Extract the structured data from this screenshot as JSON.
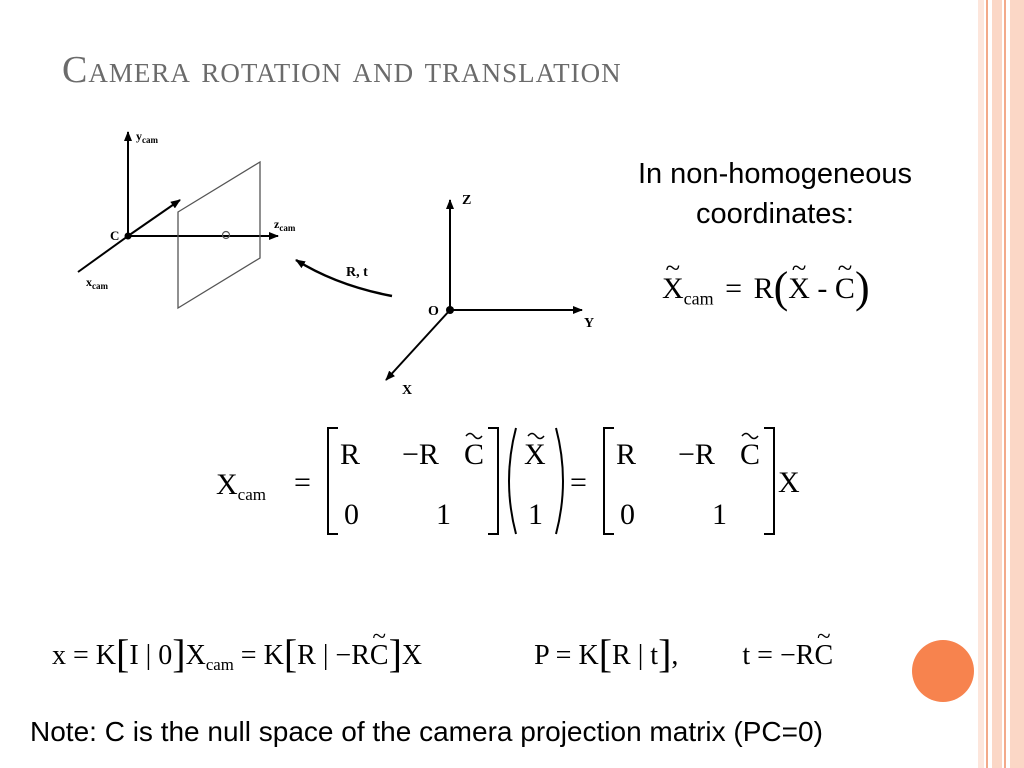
{
  "title": "Camera rotation and translation",
  "caption": {
    "line1": "In non-homogeneous",
    "line2": "coordinates:"
  },
  "diagram": {
    "y_cam": "y",
    "y_cam_sub": "cam",
    "z_cam": "z",
    "z_cam_sub": "cam",
    "x_cam": "x",
    "x_cam_sub": "cam",
    "camera_center": "C",
    "rt_label": "R, t",
    "world_z": "Z",
    "world_y": "Y",
    "world_x": "X",
    "origin": "O"
  },
  "eq1": {
    "lhs": "X",
    "lhs_sub": "cam",
    "equals": "=",
    "R": "R",
    "paren_open": "(",
    "X": "X",
    "minus": "-",
    "C": "C",
    "paren_close": ")"
  },
  "eq2": {
    "lhs": "X",
    "lhs_sub": "cam",
    "equals1": "=",
    "equals2": "=",
    "m1": {
      "a": "R",
      "b": "−R",
      "b_tilde": "C",
      "c": "0",
      "d": "1"
    },
    "v": {
      "a": "X",
      "c": "1"
    },
    "m2": {
      "a": "R",
      "b": "−R",
      "b_tilde": "C",
      "c": "0",
      "d": "1"
    },
    "tail": "X"
  },
  "eq3": {
    "part1_a": "x = K",
    "part1_b": "I | 0",
    "part1_c": "X",
    "part1_sub": "cam",
    "part1_d": " = K",
    "part1_e": "R | −R",
    "part1_e_tilde": "C",
    "part1_f": "X",
    "part2_a": "P = K",
    "part2_b": "R | t",
    "part2_c": ",",
    "part3_a": "t = −R",
    "part3_tilde": "C"
  },
  "note": "Note: C is the null space of the camera projection matrix (PC=0)",
  "colors": {
    "title": "#6b6b6b",
    "accent_dot": "#f7834e",
    "stripe_light": "#fbd7c6",
    "stripe_mid": "#f6b79a"
  }
}
